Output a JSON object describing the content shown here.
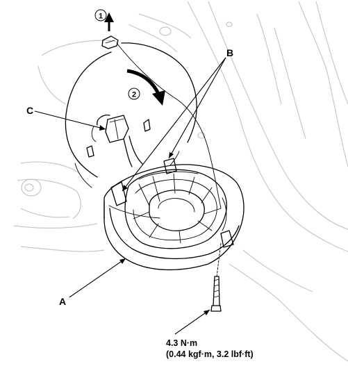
{
  "callouts": {
    "a": "A",
    "b": "B",
    "c": "C"
  },
  "steps": {
    "step1": "1",
    "step2": "2"
  },
  "torque": {
    "line1": "4.3 N·m",
    "line2": "(0.44 kgf·m, 3.2 lbf·ft)"
  }
}
